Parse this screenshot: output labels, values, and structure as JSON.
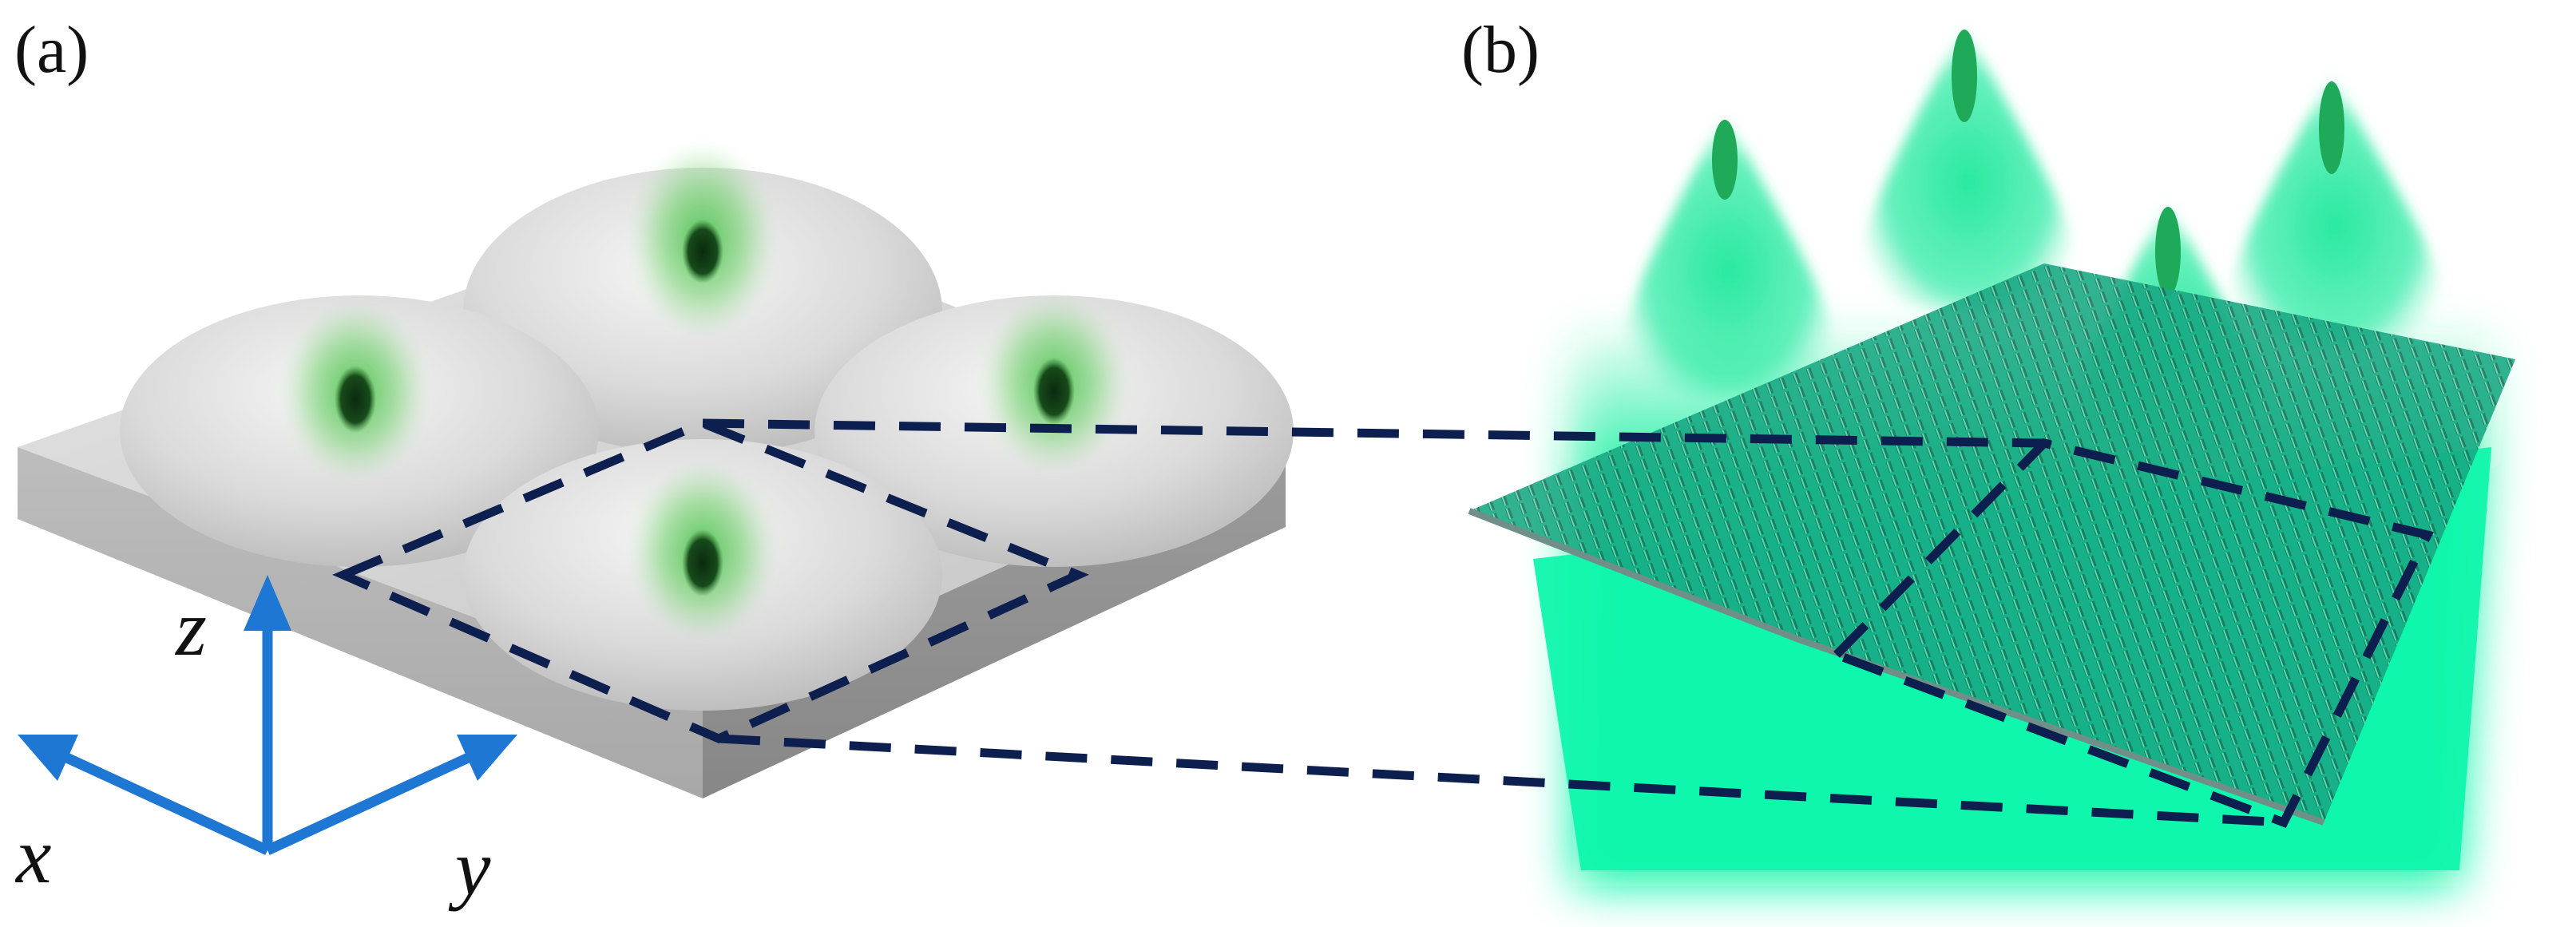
{
  "panels": {
    "a": {
      "label": "(a)"
    },
    "b": {
      "label": "(b)"
    }
  },
  "axes": {
    "x_label": "x",
    "y_label": "y",
    "z_label": "z",
    "color": "#1f77d4"
  },
  "colors": {
    "substrate": "#c9c9c9",
    "dome": "#dcdcdc",
    "glow": "#3fe0a0",
    "droplet": "#1faa5a",
    "dashed_outline": "#0d1f4f"
  }
}
